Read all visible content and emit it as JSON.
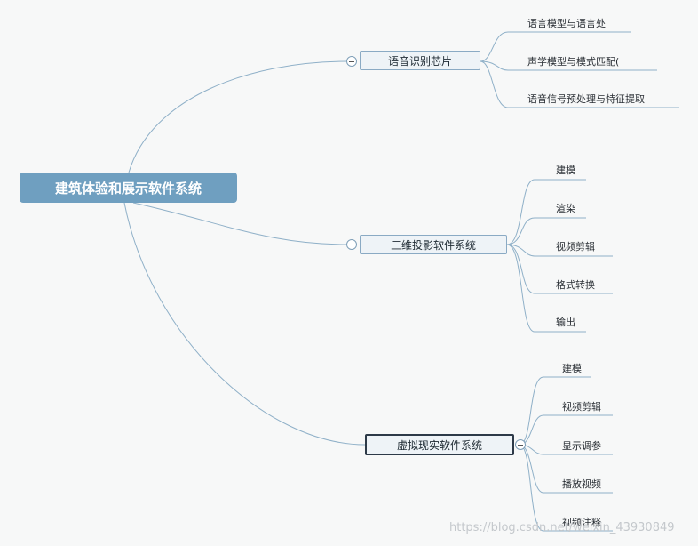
{
  "root": {
    "label": "建筑体验和展示软件系统"
  },
  "branches": [
    {
      "label": "语音识别芯片",
      "leaves": [
        "语言模型与语言处",
        "声学模型与模式匹配(",
        "语音信号预处理与特征提取"
      ]
    },
    {
      "label": "三维投影软件系统",
      "leaves": [
        "建模",
        "渲染",
        "视频剪辑",
        "格式转换",
        "输出"
      ]
    },
    {
      "label": "虚拟现实软件系统",
      "leaves": [
        "建模",
        "视频剪辑",
        "显示调参",
        "播放视频",
        "视频注释"
      ]
    }
  ],
  "watermark": "https://blog.csdn.net/weixin_43930849",
  "colors": {
    "root_fill": "#6f9fc0",
    "branch_fill": "#eef3f7",
    "line": "#8aaac4",
    "selected_border": "#2d3a48"
  }
}
